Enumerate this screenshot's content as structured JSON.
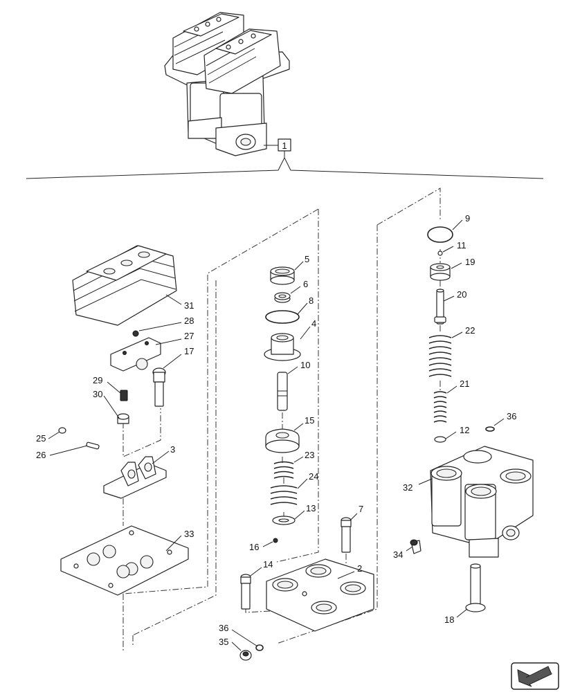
{
  "diagram": {
    "assembly_label": "1",
    "callouts": [
      {
        "id": "c9",
        "text": "9"
      },
      {
        "id": "c11",
        "text": "11"
      },
      {
        "id": "c19",
        "text": "19"
      },
      {
        "id": "c20",
        "text": "20"
      },
      {
        "id": "c22",
        "text": "22"
      },
      {
        "id": "c21",
        "text": "21"
      },
      {
        "id": "c12",
        "text": "12"
      },
      {
        "id": "c36a",
        "text": "36"
      },
      {
        "id": "c32",
        "text": "32"
      },
      {
        "id": "c34",
        "text": "34"
      },
      {
        "id": "c18",
        "text": "18"
      },
      {
        "id": "c5",
        "text": "5"
      },
      {
        "id": "c6",
        "text": "6"
      },
      {
        "id": "c8",
        "text": "8"
      },
      {
        "id": "c4",
        "text": "4"
      },
      {
        "id": "c10",
        "text": "10"
      },
      {
        "id": "c15",
        "text": "15"
      },
      {
        "id": "c23",
        "text": "23"
      },
      {
        "id": "c24",
        "text": "24"
      },
      {
        "id": "c13",
        "text": "13"
      },
      {
        "id": "c16",
        "text": "16"
      },
      {
        "id": "c7",
        "text": "7"
      },
      {
        "id": "c14",
        "text": "14"
      },
      {
        "id": "c2",
        "text": "2"
      },
      {
        "id": "c36b",
        "text": "36"
      },
      {
        "id": "c35",
        "text": "35"
      },
      {
        "id": "c31",
        "text": "31"
      },
      {
        "id": "c28",
        "text": "28"
      },
      {
        "id": "c27",
        "text": "27"
      },
      {
        "id": "c17",
        "text": "17"
      },
      {
        "id": "c29",
        "text": "29"
      },
      {
        "id": "c30",
        "text": "30"
      },
      {
        "id": "c25",
        "text": "25"
      },
      {
        "id": "c26",
        "text": "26"
      },
      {
        "id": "c3",
        "text": "3"
      },
      {
        "id": "c33",
        "text": "33"
      }
    ]
  }
}
